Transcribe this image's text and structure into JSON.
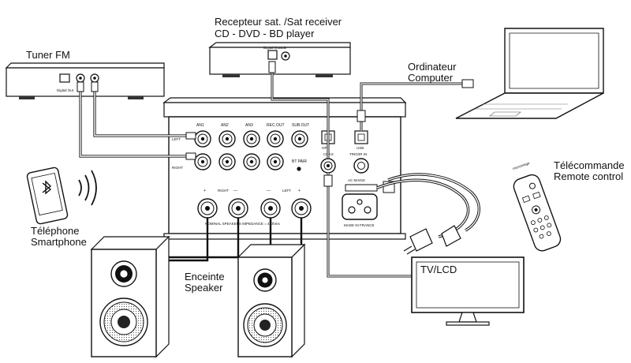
{
  "labels": {
    "tuner": "Tuner FM",
    "receiver_line1": "Recepteur sat. /Sat receiver",
    "receiver_line2": "CD - DVD - BD player",
    "computer_line1": "Ordinateur",
    "computer_line2": "Computer",
    "remote_line1": "Télécommande",
    "remote_line2": "Remote control",
    "phone_line1": "Téléphone",
    "phone_line2": "Smartphone",
    "speaker_line1": "Enceinte",
    "speaker_line2": "Speaker",
    "tv": "TV/LCD"
  },
  "device_text": {
    "tuner_port": "Digital Out",
    "receiver_port": "Digital Outside",
    "amp_top_ports": [
      "AN1",
      "AN2",
      "AN3",
      "REC.OUT",
      "SUB.OUT"
    ],
    "left_label": "LEFT",
    "right_label": "RIGHT",
    "bt_pair": "BT PAIR",
    "coax": "COAX",
    "optical": "OPT",
    "usb": "USB",
    "trig": "TRIG/IR IN",
    "ac_mains": "AC MAINS",
    "made_in": "MADE IN FRANCE",
    "nominal": "NOMINAL SPEAKERS IMPEDANCE = 4 Ohms",
    "plus": "+",
    "minus": "—",
    "right_bottom": "RIGHT",
    "left_bottom": "LEFT",
    "remote_brand": "micromega"
  }
}
